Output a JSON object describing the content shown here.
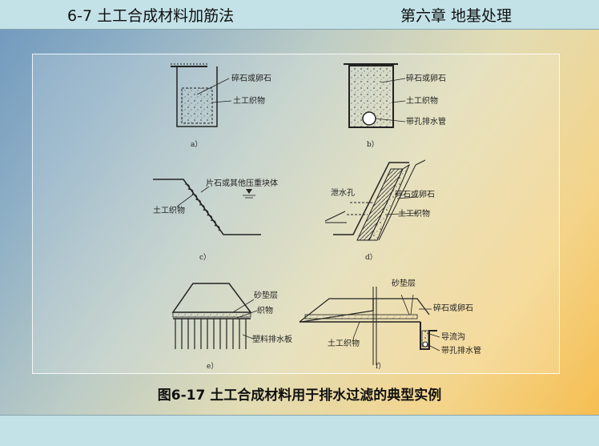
{
  "header": {
    "section": "6-7 土工合成材料加筋法",
    "chapter": "第六章 地基处理"
  },
  "figure": {
    "caption": "图6-17 土工合成材料用于排水过滤的典型实例",
    "panels": {
      "a": {
        "sub": "a）",
        "labels": [
          "碎石或卵石",
          "土工织物"
        ]
      },
      "b": {
        "sub": "b）",
        "labels": [
          "碎石或卵石",
          "土工织物",
          "带孔排水管"
        ]
      },
      "c": {
        "sub": "c）",
        "labels": [
          "片石或其他压重块体",
          "土工织物"
        ]
      },
      "d": {
        "sub": "d）",
        "labels": [
          "泄水孔",
          "碎石或卵石",
          "土工织物"
        ]
      },
      "e": {
        "sub": "e）",
        "labels": [
          "砂垫层",
          "织物",
          "塑料排水板"
        ]
      },
      "f": {
        "sub": "f）",
        "labels": [
          "砂垫层",
          "碎石或卵石",
          "导流沟",
          "带孔排水管",
          "土工织物"
        ]
      }
    }
  },
  "footer": {}
}
